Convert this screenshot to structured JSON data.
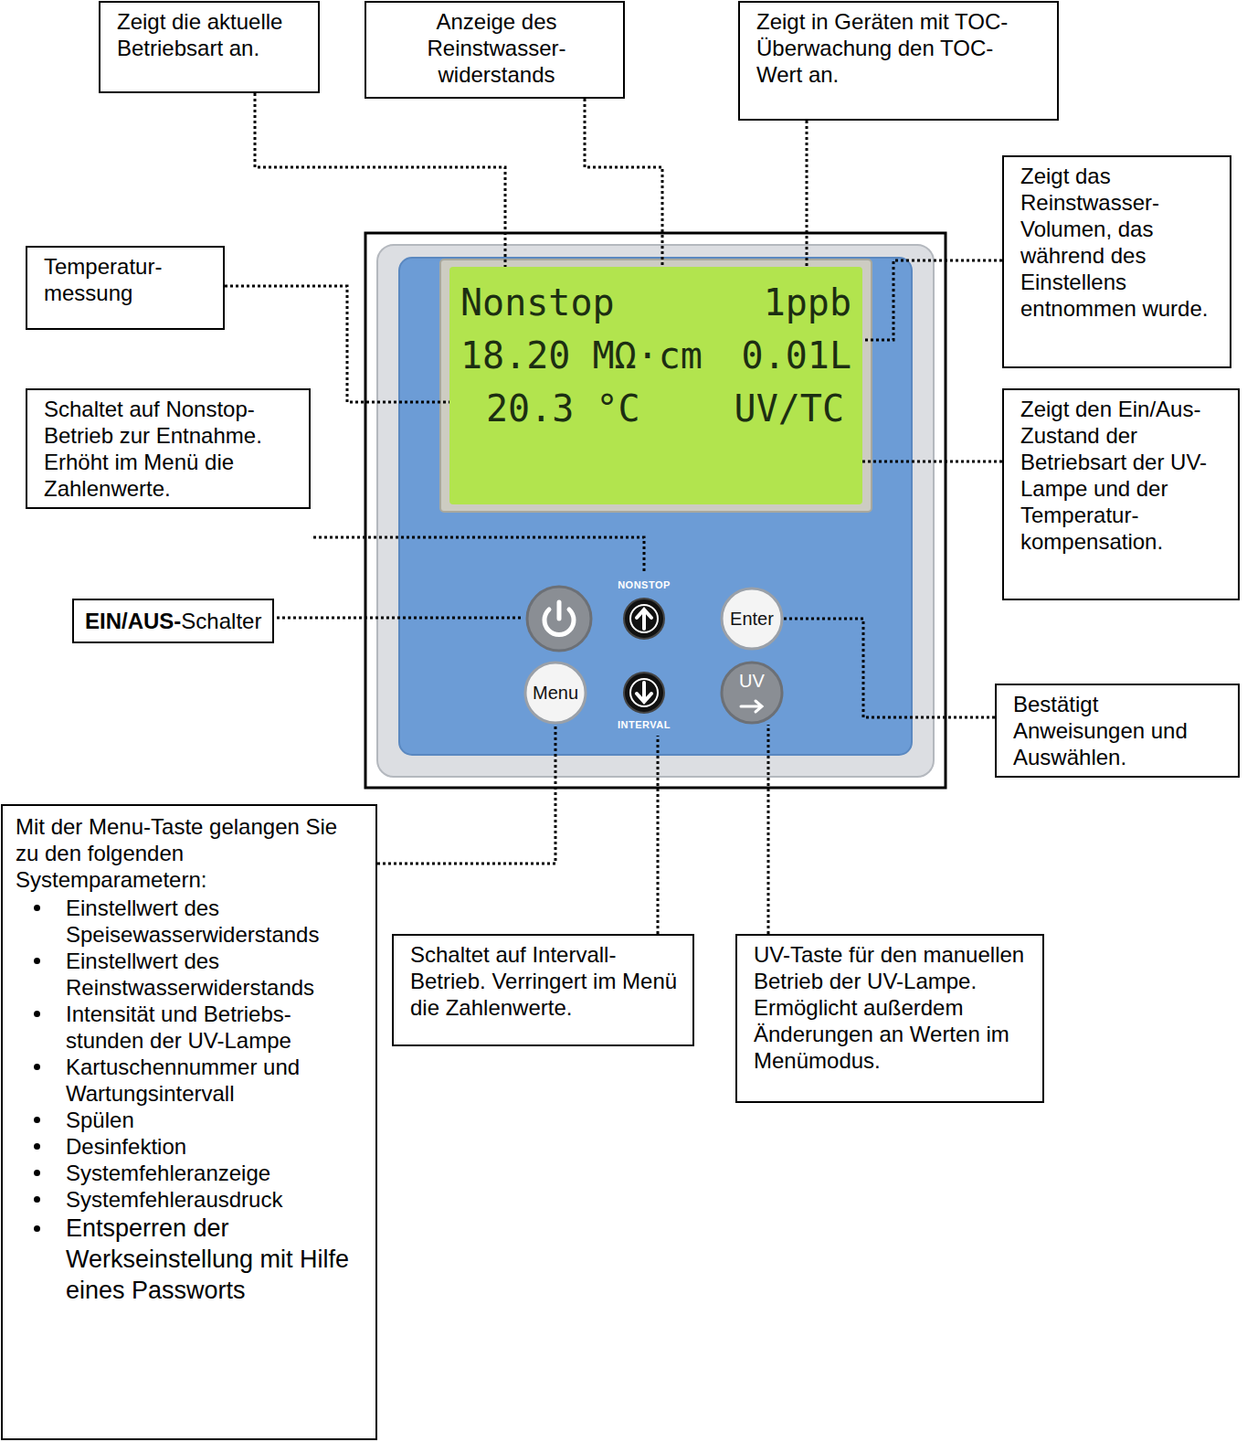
{
  "diagram": {
    "nodes": [
      {
        "text": [
          "Zeigt die aktuelle Betriebsart an."
        ]
      },
      {
        "text": [
          "Anzeige des Reinstwasser- widerstands"
        ]
      },
      {
        "text": [
          "Zeigt in Geräten mit TOC- Überwachung den TOC- Wert an."
        ]
      },
      {
        "text": [
          "Zeigt das Reinstwasser- Volumen, das während des Einstellens entnommen wurde."
        ]
      },
      {
        "text": [
          "Temperatur- messung"
        ]
      },
      {
        "text": [
          "Nonstop",
          "1ppb",
          "18.20 MΩ·cm",
          "0.01L",
          "20.3 °C",
          "UV/TC"
        ]
      },
      {
        "text": [
          "Schaltet auf Nonstop- Betrieb zur Entnahme. Erhöht im Menü die Zahlenwerte."
        ]
      },
      {
        "text": [
          "Zeigt den Ein/Aus- Zustand der Betriebsart der UV-Lampe und der Temperatur- kompensation."
        ]
      },
      {
        "text": [
          "EIN/AUS-",
          "Schalter"
        ]
      },
      {
        "text": [
          "Enter"
        ]
      },
      {
        "text": [
          "Bestätigt Anweisungen und Auswählen."
        ]
      },
      {
        "text": [
          "Menu"
        ]
      },
      {
        "text": [
          "UV"
        ]
      },
      {
        "text": [
          "Mit der Menu-Taste gelangen Sie zu den folgenden Systemparametern:",
          "Einstellwert des Speisewasserwiderstands",
          "Einstellwert des Reinstwasserwiderstands",
          "Intensität und Betriebs- stunden der UV-Lampe",
          "Kartuschennummer und Wartungsintervall",
          "Spülen",
          "Desinfektion",
          "Systemfehleranzeige",
          "Systemfehlerausdruck",
          "Entsperren der Werkseinstellung mit Hilfe eines Passworts"
        ]
      },
      {
        "text": [
          "Schaltet auf Intervall- Betrieb. Verringert im Menü die Zahlenwerte."
        ]
      },
      {
        "text": [
          "UV-Taste für den manuellen Betrieb der UV-Lampe. Ermöglicht außerdem Änderungen an Werten im Menümodus."
        ]
      }
    ],
    "edges": [
      {
        "from": 0,
        "to": 5,
        "arrow": "none"
      },
      {
        "from": 1,
        "to": 5,
        "arrow": "none"
      },
      {
        "from": 2,
        "to": 5,
        "arrow": "none"
      },
      {
        "from": 3,
        "to": 5,
        "arrow": "none"
      },
      {
        "from": 4,
        "to": 5,
        "arrow": "none"
      },
      {
        "from": 7,
        "to": 5,
        "arrow": "none"
      },
      {
        "from": 10,
        "to": 9,
        "arrow": "none"
      },
      {
        "from": 13,
        "to": 11,
        "arrow": "none"
      },
      {
        "from": 15,
        "to": 12,
        "arrow": "none"
      }
    ],
    "labels": [
      "NONSTOP",
      "INTERVAL"
    ]
  }
}
